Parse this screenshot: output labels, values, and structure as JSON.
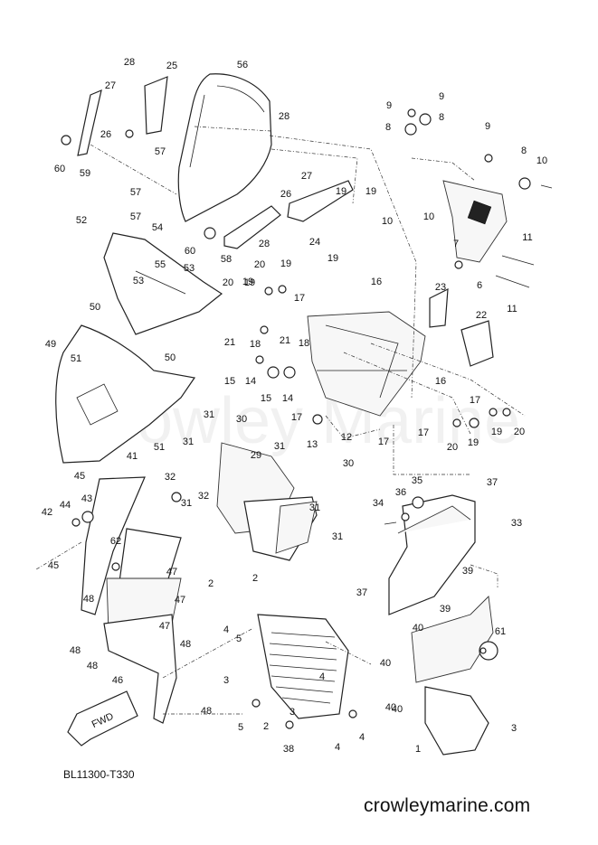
{
  "diagram": {
    "code": "BL11300-T330",
    "website": "crowleymarine.com",
    "watermark": "Crowley Marine",
    "fwd_label": "FWD",
    "callouts": [
      "28",
      "25",
      "56",
      "27",
      "9",
      "9",
      "26",
      "8",
      "8",
      "28",
      "57",
      "9",
      "60",
      "59",
      "8",
      "10",
      "57",
      "27",
      "26",
      "28",
      "19",
      "57",
      "10",
      "10",
      "52",
      "54",
      "24",
      "19",
      "19",
      "60",
      "58",
      "7",
      "11",
      "53",
      "55",
      "53",
      "20",
      "19",
      "19",
      "16",
      "6",
      "11",
      "20",
      "19",
      "23",
      "50",
      "17",
      "22",
      "21",
      "18",
      "21",
      "18",
      "49",
      "51",
      "15",
      "14",
      "50",
      "15",
      "14",
      "16",
      "17",
      "17",
      "13",
      "12",
      "17",
      "17",
      "20",
      "19",
      "20",
      "19",
      "31",
      "30",
      "31",
      "51",
      "41",
      "29",
      "31",
      "30",
      "45",
      "32",
      "35",
      "37",
      "44",
      "43",
      "32",
      "36",
      "34",
      "42",
      "31",
      "33",
      "45",
      "62",
      "31",
      "31",
      "47",
      "37",
      "39",
      "2",
      "2",
      "48",
      "47",
      "4",
      "39",
      "61",
      "40",
      "47",
      "48",
      "5",
      "48",
      "40",
      "48",
      "40",
      "46",
      "3",
      "4",
      "3",
      "48",
      "40",
      "5",
      "4",
      "2",
      "3",
      "38",
      "4",
      "1",
      "40"
    ]
  }
}
